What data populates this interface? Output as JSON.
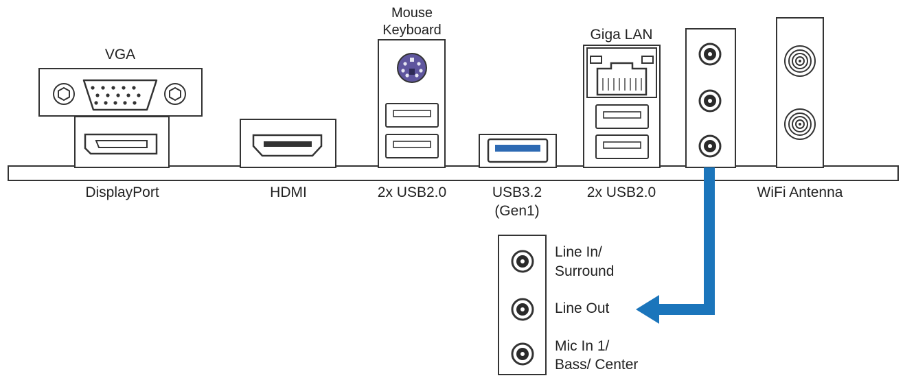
{
  "diagram": {
    "ports": {
      "vga": "VGA",
      "mouse_keyboard": [
        "Mouse",
        "Keyboard"
      ],
      "giga_lan": "Giga LAN",
      "displayport": "DisplayPort",
      "hdmi": "HDMI",
      "usb20_left": "2x USB2.0",
      "usb32": [
        "USB3.2",
        "(Gen1)"
      ],
      "usb20_right": "2x USB2.0",
      "wifi_antenna": "WiFi Antenna"
    },
    "audio_jacks": [
      {
        "lines": [
          "Line In/",
          "Surround"
        ]
      },
      {
        "lines": [
          "Line Out"
        ]
      },
      {
        "lines": [
          "Mic In 1/",
          "Bass/ Center"
        ]
      }
    ],
    "colors": {
      "outline": "#333333",
      "ps2_port": "#5f569e",
      "usb3_blue": "#2d6ab3",
      "arrow_blue": "#1b75bb"
    }
  }
}
